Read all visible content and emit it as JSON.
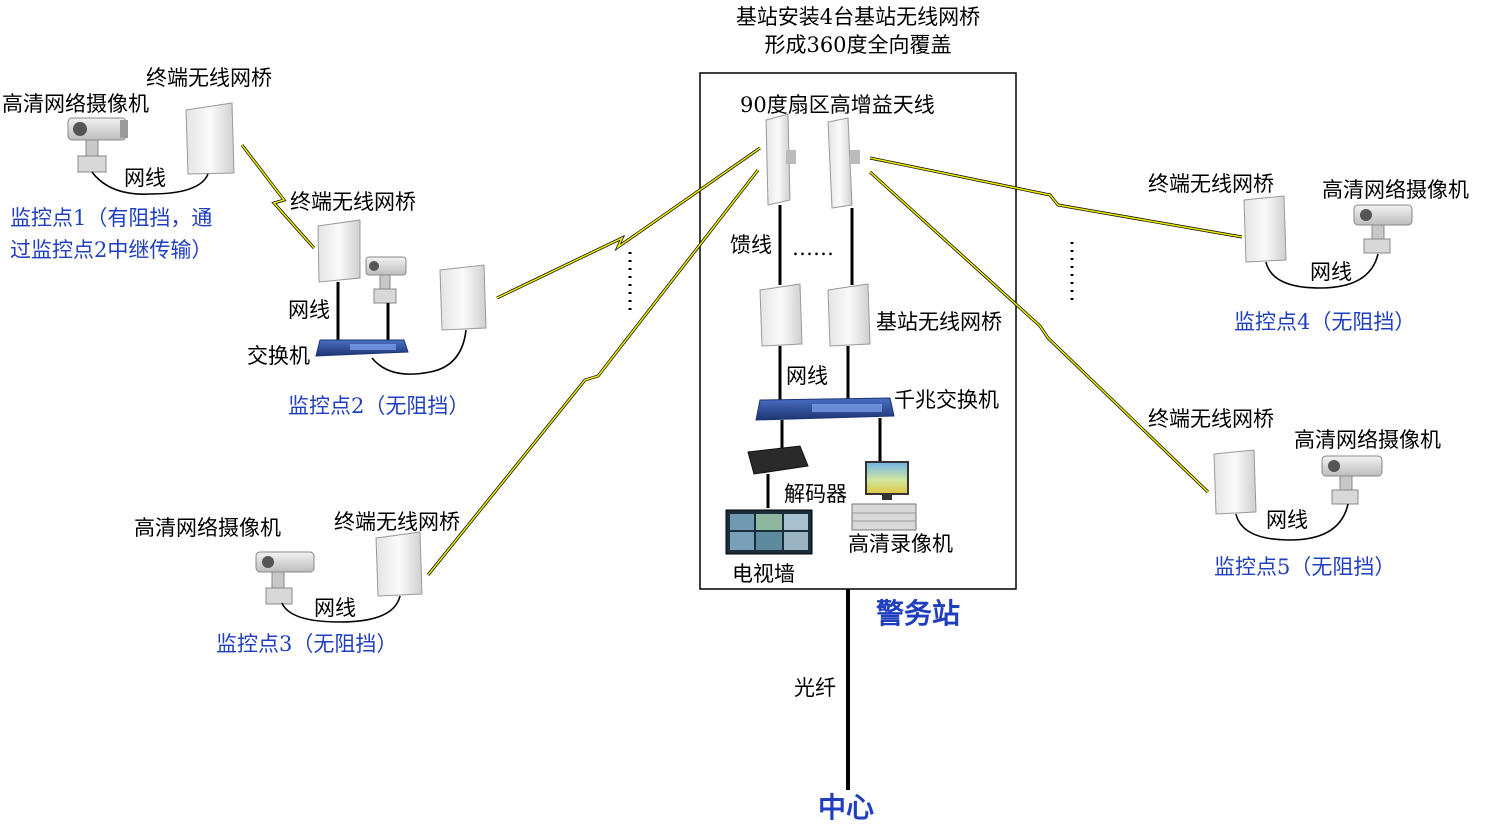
{
  "title": {
    "line1": "基站安装4台基站无线网桥",
    "line2": "形成360度全向覆盖"
  },
  "station": {
    "antenna_label": "90度扇区高增益天线",
    "feeder_label": "馈线",
    "dots_label": "……",
    "base_bridge_label": "基站无线网桥",
    "cable_label": "网线",
    "switch_label": "千兆交换机",
    "decoder_label": "解码器",
    "tv_wall_label": "电视墙",
    "recorder_label": "高清录像机",
    "name": "警务站",
    "fiber_label": "光纤",
    "center_label": "中心"
  },
  "points": {
    "p1": {
      "camera_label": "高清网络摄像机",
      "bridge_label": "终端无线网桥",
      "cable_label": "网线",
      "caption_line1": "监控点1（有阻挡，通",
      "caption_line2": "过监控点2中继传输）"
    },
    "p2": {
      "bridge_label": "终端无线网桥",
      "cable_label": "网线",
      "switch_label": "交换机",
      "caption": "监控点2（无阻挡）"
    },
    "p3": {
      "camera_label": "高清网络摄像机",
      "bridge_label": "终端无线网桥",
      "cable_label": "网线",
      "caption": "监控点3（无阻挡）"
    },
    "p4": {
      "bridge_label": "终端无线网桥",
      "camera_label": "高清网络摄像机",
      "cable_label": "网线",
      "caption": "监控点4（无阻挡）"
    },
    "p5": {
      "bridge_label": "终端无线网桥",
      "camera_label": "高清网络摄像机",
      "cable_label": "网线",
      "caption": "监控点5（无阻挡）"
    }
  },
  "colors": {
    "link": "#e8e800",
    "link_outline": "#000000",
    "label_blue": "#1f3fbf",
    "switch_blue": "#2b4fa0"
  }
}
